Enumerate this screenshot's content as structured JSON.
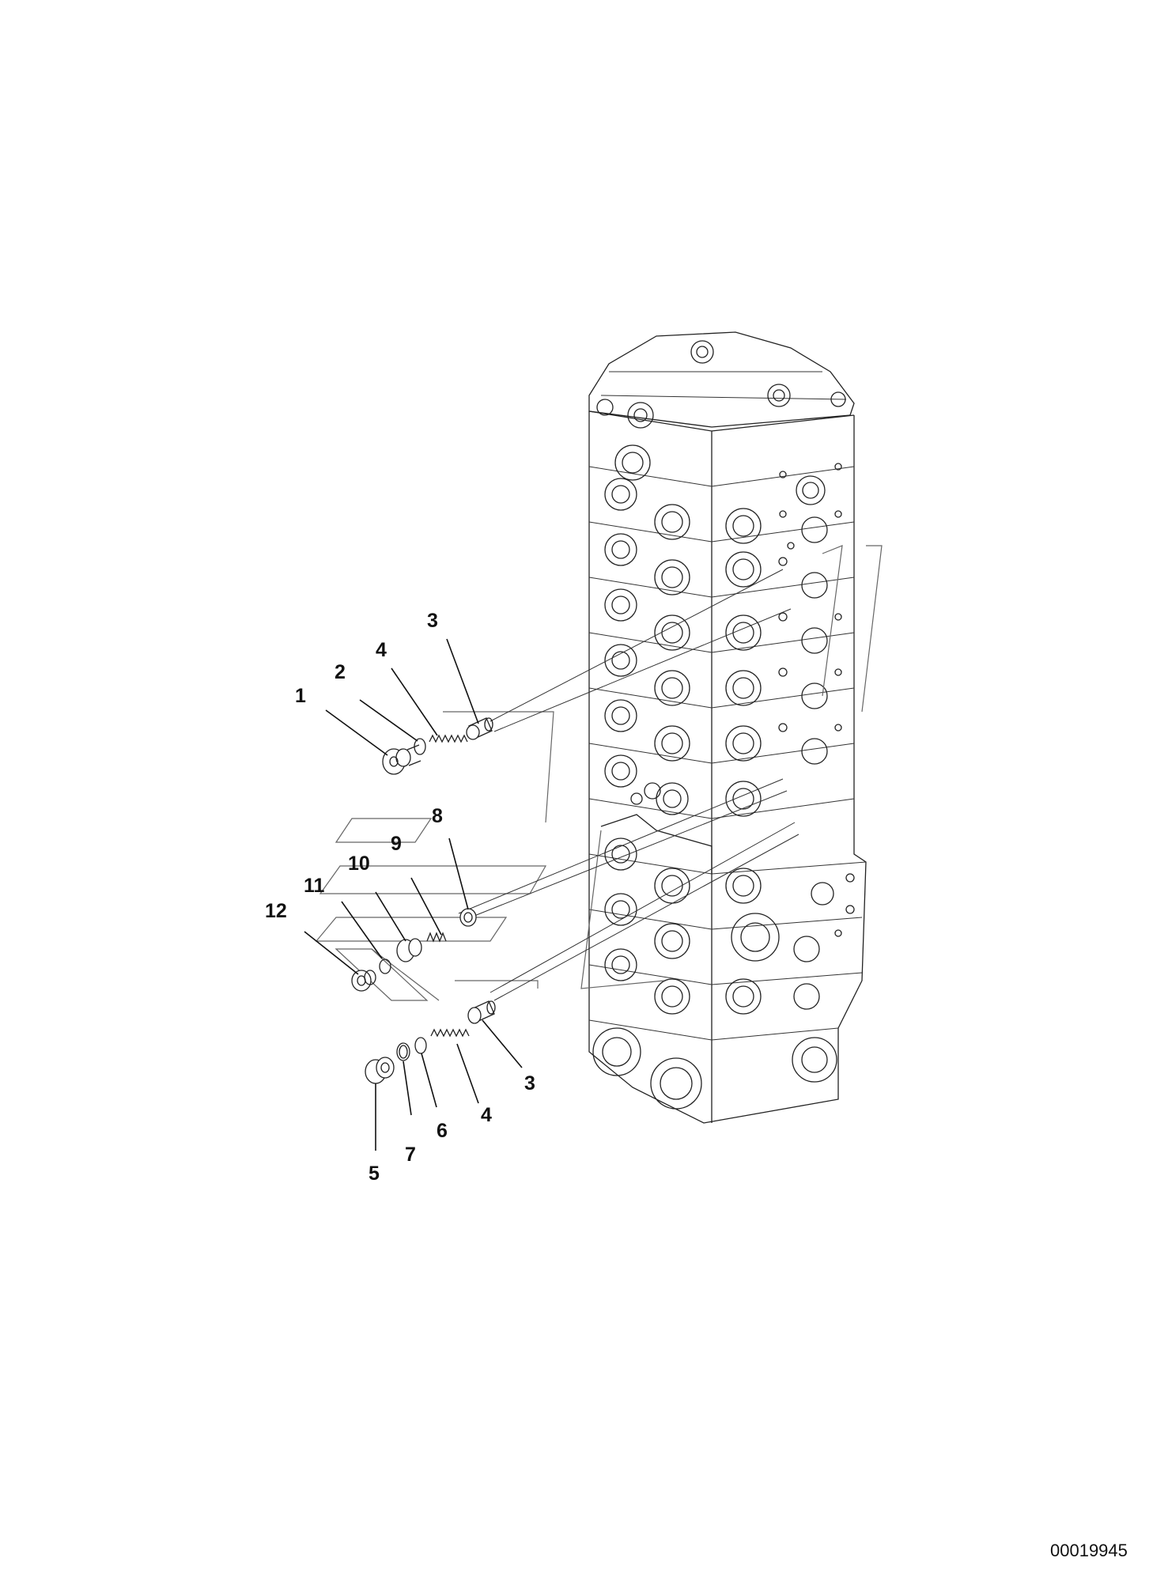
{
  "document_number": "00019945",
  "callouts": {
    "c1": "1",
    "c2": "2",
    "c3a": "3",
    "c4a": "4",
    "c8": "8",
    "c9": "9",
    "c10": "10",
    "c11": "11",
    "c12": "12",
    "c3b": "3",
    "c4b": "4",
    "c6": "6",
    "c7": "7",
    "c5": "5"
  }
}
